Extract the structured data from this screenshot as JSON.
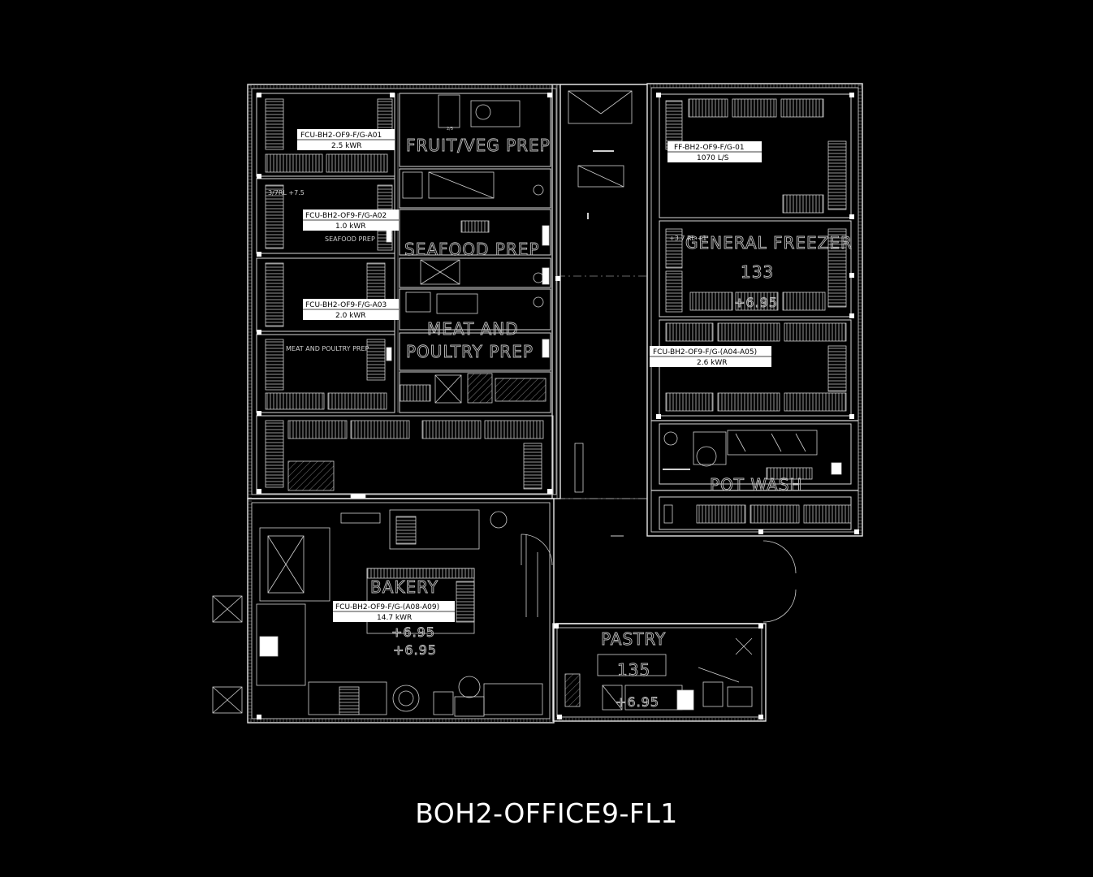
{
  "drawing_title": "BOH2-OFFICE9-FL1",
  "tags": [
    {
      "id": "a01",
      "name": "FCU-BH2-OF9-F/G-A01",
      "value": "2.5 kWR"
    },
    {
      "id": "ff01",
      "name": "FF-BH2-OF9-F/G-01",
      "value": "1070 L/S"
    },
    {
      "id": "a02",
      "name": "FCU-BH2-OF9-F/G-A02",
      "value": "1.0 kWR"
    },
    {
      "id": "a03",
      "name": "FCU-BH2-OF9-F/G-A03",
      "value": "2.0 kWR"
    },
    {
      "id": "a04a05",
      "name": "FCU-BH2-OF9-F/G-(A04-A05)",
      "value": "2.6 kWR"
    },
    {
      "id": "a08a09",
      "name": "FCU-BH2-OF9-F/G-(A08-A09)",
      "value": "14.7 kWR"
    }
  ],
  "rooms": {
    "fruit_prep": "FRUIT/VEG PREP",
    "seafood_prep_small": "SEAFOOD PREP",
    "seafood_prep": "SEAFOOD PREP",
    "meat_poultry_small": "MEAT AND POULTRY PREP",
    "meat_and": "MEAT AND",
    "poultry_prep": "POULTRY PREP",
    "general_freezer": "GENERAL FREEZER",
    "room_133": "133",
    "pot_wash": "POT WASH",
    "bakery": "BAKERY",
    "pastry": "PASTRY",
    "room_135": "135",
    "level_1": "+6.95",
    "level_2": "+6.95",
    "level_3": "+6.95",
    "level_4": "+6.95"
  },
  "notes": {
    "rl_left": "3/7RL +7.5",
    "rl_right": "+3.7 RL +1",
    "grid_a": "2/5"
  }
}
